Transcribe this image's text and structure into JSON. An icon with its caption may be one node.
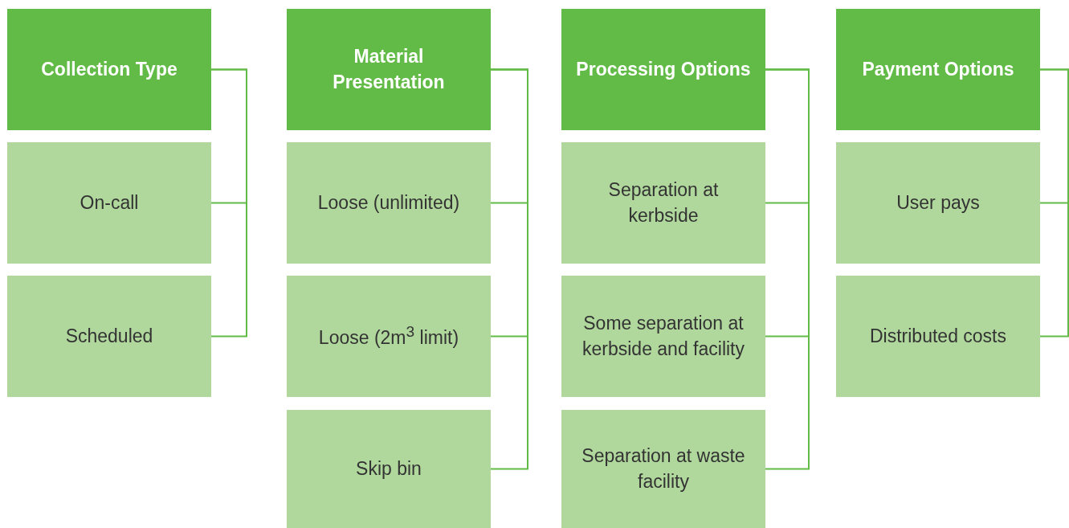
{
  "diagram": {
    "nodes": [
      {
        "text": [
          "Collection Type"
        ]
      },
      {
        "text": [
          "On-call"
        ]
      },
      {
        "text": [
          "Scheduled"
        ]
      },
      {
        "text": [
          "Material Presentation"
        ]
      },
      {
        "text": [
          "Loose (unlimited)"
        ]
      },
      {
        "text": [
          "Loose (2m$^{3}$ limit)"
        ]
      },
      {
        "text": [
          "Skip bin"
        ]
      },
      {
        "text": [
          "Processing Options"
        ]
      },
      {
        "text": [
          "Separation at kerbside"
        ]
      },
      {
        "text": [
          "Some separation at kerbside and facility"
        ]
      },
      {
        "text": [
          "Separation at waste facility"
        ]
      },
      {
        "text": [
          "Payment Options"
        ]
      },
      {
        "text": [
          "User pays"
        ]
      },
      {
        "text": [
          "Distributed costs"
        ]
      }
    ],
    "edges": [
      {
        "from": 0,
        "to": 1,
        "arrow": "none"
      },
      {
        "from": 0,
        "to": 2,
        "arrow": "none"
      },
      {
        "from": 3,
        "to": 4,
        "arrow": "none"
      },
      {
        "from": 3,
        "to": 5,
        "arrow": "none"
      },
      {
        "from": 3,
        "to": 6,
        "arrow": "none"
      },
      {
        "from": 7,
        "to": 8,
        "arrow": "none"
      },
      {
        "from": 7,
        "to": 9,
        "arrow": "none"
      },
      {
        "from": 7,
        "to": 10,
        "arrow": "none"
      },
      {
        "from": 11,
        "to": 12,
        "arrow": "none"
      },
      {
        "from": 11,
        "to": 13,
        "arrow": "none"
      }
    ]
  }
}
